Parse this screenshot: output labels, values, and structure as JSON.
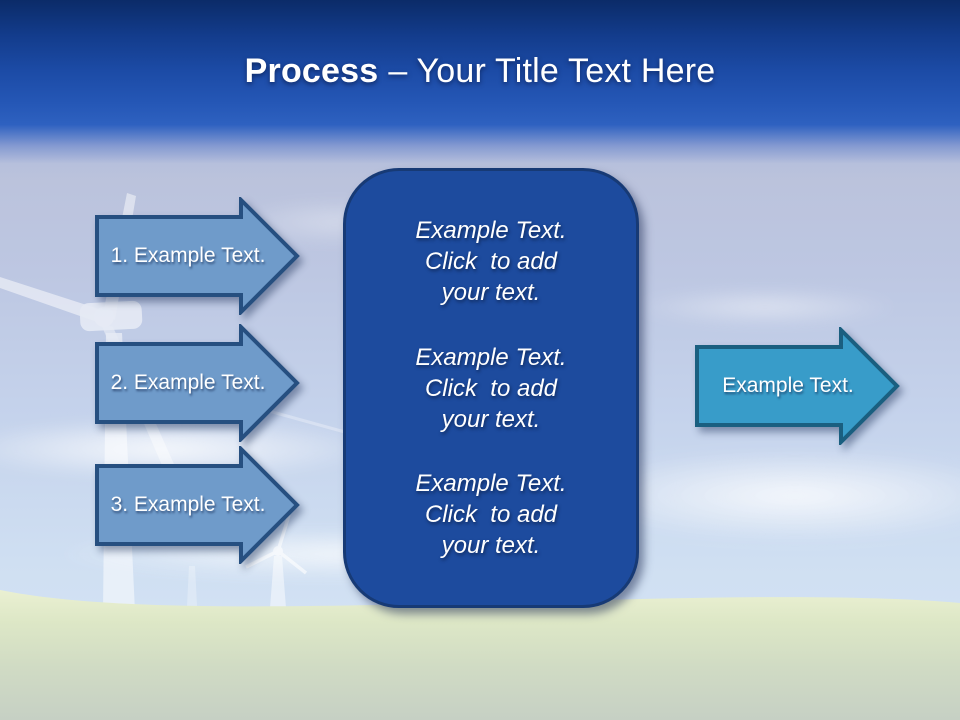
{
  "slide": {
    "title": {
      "emphasis": "Process",
      "rest": "– Your Title Text Here"
    },
    "left_arrows": [
      {
        "label": "1. Example Text."
      },
      {
        "label": "2. Example Text."
      },
      {
        "label": "3. Example Text."
      }
    ],
    "center_panel": {
      "blocks": [
        {
          "lines": [
            "Example Text.",
            "Click  to add",
            "your text."
          ]
        },
        {
          "lines": [
            "Example Text.",
            "Click  to add",
            "your text."
          ]
        },
        {
          "lines": [
            "Example Text.",
            "Click  to add",
            "your text."
          ]
        }
      ]
    },
    "right_arrow": {
      "label": "Example Text."
    },
    "colors": {
      "banner_blue": "#1c4ba6",
      "title_text": "#ffffff",
      "left_arrow_fill": "#6f9bca",
      "left_arrow_border": "#264f80",
      "panel_fill": "#1d4b9e",
      "panel_border": "#173a75",
      "right_arrow_fill": "#389cc9",
      "right_arrow_border": "#1a5f80",
      "grass_green": "#dde7c6",
      "sky_lavender": "#bac1da"
    }
  }
}
